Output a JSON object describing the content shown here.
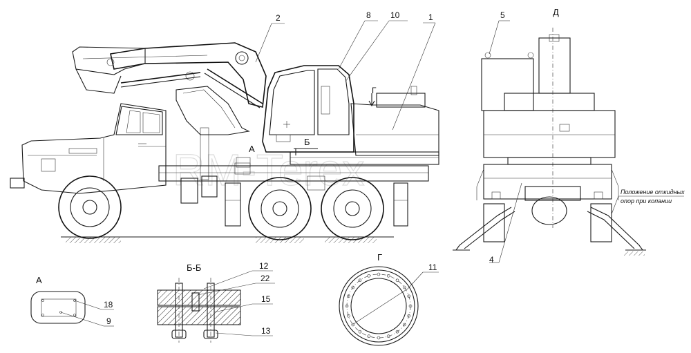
{
  "callouts": {
    "c1": "1",
    "c2": "2",
    "c4": "4",
    "c5": "5",
    "c8": "8",
    "c9": "9",
    "c10": "10",
    "c11": "11",
    "c12": "12",
    "c13": "13",
    "c15": "15",
    "c18": "18",
    "c22": "22"
  },
  "views": {
    "view_a_title": "А",
    "view_a_marker": "А",
    "view_b_title": "Б-Б",
    "view_b_marker": "Б",
    "view_g_title": "Г",
    "view_g_marker": "Г",
    "view_d_title": "Д"
  },
  "note": {
    "line1": "Положение откидных",
    "line2": "опор при копании"
  },
  "watermark": {
    "text": "RM-Terex"
  }
}
